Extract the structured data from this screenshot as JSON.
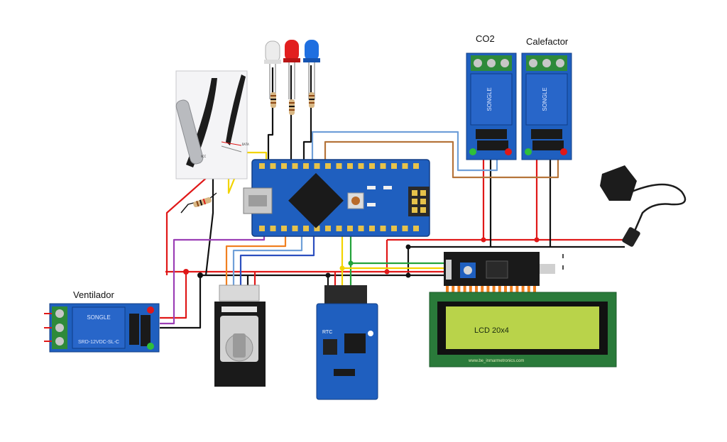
{
  "labels": {
    "co2": "CO2",
    "calefactor": "Calefactor",
    "ventilador": "Ventilador",
    "lcd": "LCD 20x4",
    "lcd_url": "www.be_inmarmetronics.com",
    "sensor_data": "DATA",
    "sensor_vcc": "VCC",
    "relay_brand": "SONGLE",
    "relay_model": "SRD-12VDC-SL-C",
    "rtc_brand": "RTC"
  },
  "colors": {
    "wire_red": "#e01818",
    "wire_black": "#111111",
    "wire_yellow": "#f2d400",
    "wire_green": "#23a23a",
    "wire_orange": "#f08020",
    "wire_purple": "#9b3fb5",
    "wire_blue": "#2c4fbf",
    "wire_light_blue": "#6f9fd8",
    "wire_brown": "#b5743a",
    "board_blue": "#1f5fbf",
    "lcd_screen": "#b9d34a"
  },
  "components": [
    {
      "name": "arduino-nano",
      "icon": "microcontroller-icon"
    },
    {
      "name": "ds18b20-sensor",
      "icon": "temperature-probe-icon"
    },
    {
      "name": "led-white",
      "icon": "led-icon"
    },
    {
      "name": "led-red",
      "icon": "led-icon"
    },
    {
      "name": "led-blue",
      "icon": "led-icon"
    },
    {
      "name": "relay-co2",
      "icon": "relay-icon"
    },
    {
      "name": "relay-calefactor",
      "icon": "relay-icon"
    },
    {
      "name": "relay-ventilador",
      "icon": "relay-icon"
    },
    {
      "name": "power-adapter",
      "icon": "power-adapter-icon"
    },
    {
      "name": "rotary-encoder",
      "icon": "rotary-encoder-icon"
    },
    {
      "name": "rtc-module",
      "icon": "clock-module-icon"
    },
    {
      "name": "i2c-backpack",
      "icon": "i2c-module-icon"
    },
    {
      "name": "lcd-display",
      "icon": "lcd-icon"
    }
  ]
}
